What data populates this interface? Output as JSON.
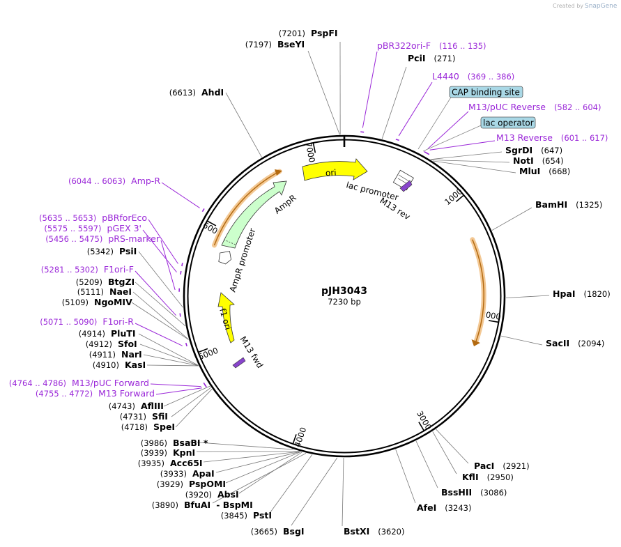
{
  "brand": {
    "created_by": "Created by",
    "name": "SnapGene"
  },
  "plasmid": {
    "name": "pJH3043",
    "length_label": "7230 bp",
    "total_bp": 7230
  },
  "ticks": [
    {
      "label": "1000",
      "bp": 1000
    },
    {
      "label": "2000",
      "bp": 2000
    },
    {
      "label": "3000",
      "bp": 3000
    },
    {
      "label": "4000",
      "bp": 4000
    },
    {
      "label": "5000",
      "bp": 5000
    },
    {
      "label": "6000",
      "bp": 6000
    },
    {
      "label": "7000",
      "bp": 7000
    }
  ],
  "sites": [
    {
      "name": "PspFI",
      "pos": "(7201)",
      "bp": 7201
    },
    {
      "name": "BseYI",
      "pos": "(7197)",
      "bp": 7197
    },
    {
      "name": "PciI",
      "pos": "(271)",
      "bp": 271
    },
    {
      "name": "SgrDI",
      "pos": "(647)",
      "bp": 647
    },
    {
      "name": "NotI",
      "pos": "(654)",
      "bp": 654
    },
    {
      "name": "MluI",
      "pos": "(668)",
      "bp": 668
    },
    {
      "name": "BamHI",
      "pos": "(1325)",
      "bp": 1325
    },
    {
      "name": "HpaI",
      "pos": "(1820)",
      "bp": 1820
    },
    {
      "name": "SacII",
      "pos": "(2094)",
      "bp": 2094
    },
    {
      "name": "PacI",
      "pos": "(2921)",
      "bp": 2921
    },
    {
      "name": "KflI",
      "pos": "(2950)",
      "bp": 2950
    },
    {
      "name": "BssHII",
      "pos": "(3086)",
      "bp": 3086
    },
    {
      "name": "AfeI",
      "pos": "(3243)",
      "bp": 3243
    },
    {
      "name": "BstXI",
      "pos": "(3620)",
      "bp": 3620
    },
    {
      "name": "BsgI",
      "pos": "(3665)",
      "bp": 3665
    },
    {
      "name": "PstI",
      "pos": "(3845)",
      "bp": 3845
    },
    {
      "name": "BfuAI",
      "pos": "(3890)",
      "bp": 3890,
      "extra": "- BspMI"
    },
    {
      "name": "AbsI",
      "pos": "(3920)",
      "bp": 3920
    },
    {
      "name": "PspOMI",
      "pos": "(3929)",
      "bp": 3929
    },
    {
      "name": "ApaI",
      "pos": "(3933)",
      "bp": 3933
    },
    {
      "name": "Acc65I",
      "pos": "(3935)",
      "bp": 3935
    },
    {
      "name": "KpnI",
      "pos": "(3939)",
      "bp": 3939
    },
    {
      "name": "BsaBI *",
      "pos": "(3986)",
      "bp": 3986
    },
    {
      "name": "SpeI",
      "pos": "(4718)",
      "bp": 4718
    },
    {
      "name": "SfiI",
      "pos": "(4731)",
      "bp": 4731
    },
    {
      "name": "AflIII",
      "pos": "(4743)",
      "bp": 4743
    },
    {
      "name": "KasI",
      "pos": "(4910)",
      "bp": 4910
    },
    {
      "name": "NarI",
      "pos": "(4911)",
      "bp": 4911
    },
    {
      "name": "SfoI",
      "pos": "(4912)",
      "bp": 4912
    },
    {
      "name": "PluTI",
      "pos": "(4914)",
      "bp": 4914
    },
    {
      "name": "NgoMIV",
      "pos": "(5109)",
      "bp": 5109
    },
    {
      "name": "NaeI",
      "pos": "(5111)",
      "bp": 5111
    },
    {
      "name": "BtgZI",
      "pos": "(5209)",
      "bp": 5209
    },
    {
      "name": "PsiI",
      "pos": "(5342)",
      "bp": 5342
    },
    {
      "name": "AhdI",
      "pos": "(6613)",
      "bp": 6613
    }
  ],
  "primers": [
    {
      "name": "pBR322ori-F",
      "range": "(116 .. 135)",
      "bp": 125
    },
    {
      "name": "L4440",
      "range": "(369 .. 386)",
      "bp": 377
    },
    {
      "name": "M13/pUC Reverse",
      "range": "(582 .. 604)",
      "bp": 593
    },
    {
      "name": "M13 Reverse",
      "range": "(601 .. 617)",
      "bp": 609
    },
    {
      "name": "Amp-R",
      "range": "(6044 .. 6063)",
      "bp": 6053
    },
    {
      "name": "pBRforEco",
      "range": "(5635 .. 5653)",
      "bp": 5644
    },
    {
      "name": "pGEX 3'",
      "range": "(5575 .. 5597)",
      "bp": 5586
    },
    {
      "name": "pRS-marker",
      "range": "(5456 .. 5475)",
      "bp": 5465
    },
    {
      "name": "F1ori-F",
      "range": "(5281 .. 5302)",
      "bp": 5291
    },
    {
      "name": "F1ori-R",
      "range": "(5071 .. 5090)",
      "bp": 5080
    },
    {
      "name": "M13/pUC Forward",
      "range": "(4764 .. 4786)",
      "bp": 4775
    },
    {
      "name": "M13 Forward",
      "range": "(4755 .. 4772)",
      "bp": 4763
    }
  ],
  "boxed": [
    {
      "name": "CAP binding site",
      "bp": 470
    },
    {
      "name": "lac operator",
      "bp": 560
    }
  ],
  "features": [
    {
      "name": "ori",
      "color": "#ffff00"
    },
    {
      "name": "AmpR",
      "color": "#ccffcc"
    },
    {
      "name": "AmpR promoter",
      "color": "#ffffff"
    },
    {
      "name": "f1 ori",
      "color": "#ffff00"
    },
    {
      "name": "lac promoter",
      "color": "#ffffff"
    },
    {
      "name": "M13 rev",
      "color": "#8844cc"
    },
    {
      "name": "M13 fwd",
      "color": "#8844cc"
    }
  ],
  "colors": {
    "primer": "#9a27d8",
    "orf": "#e8952a",
    "box_fill": "#a9d8e6",
    "backbone": "#000000"
  }
}
